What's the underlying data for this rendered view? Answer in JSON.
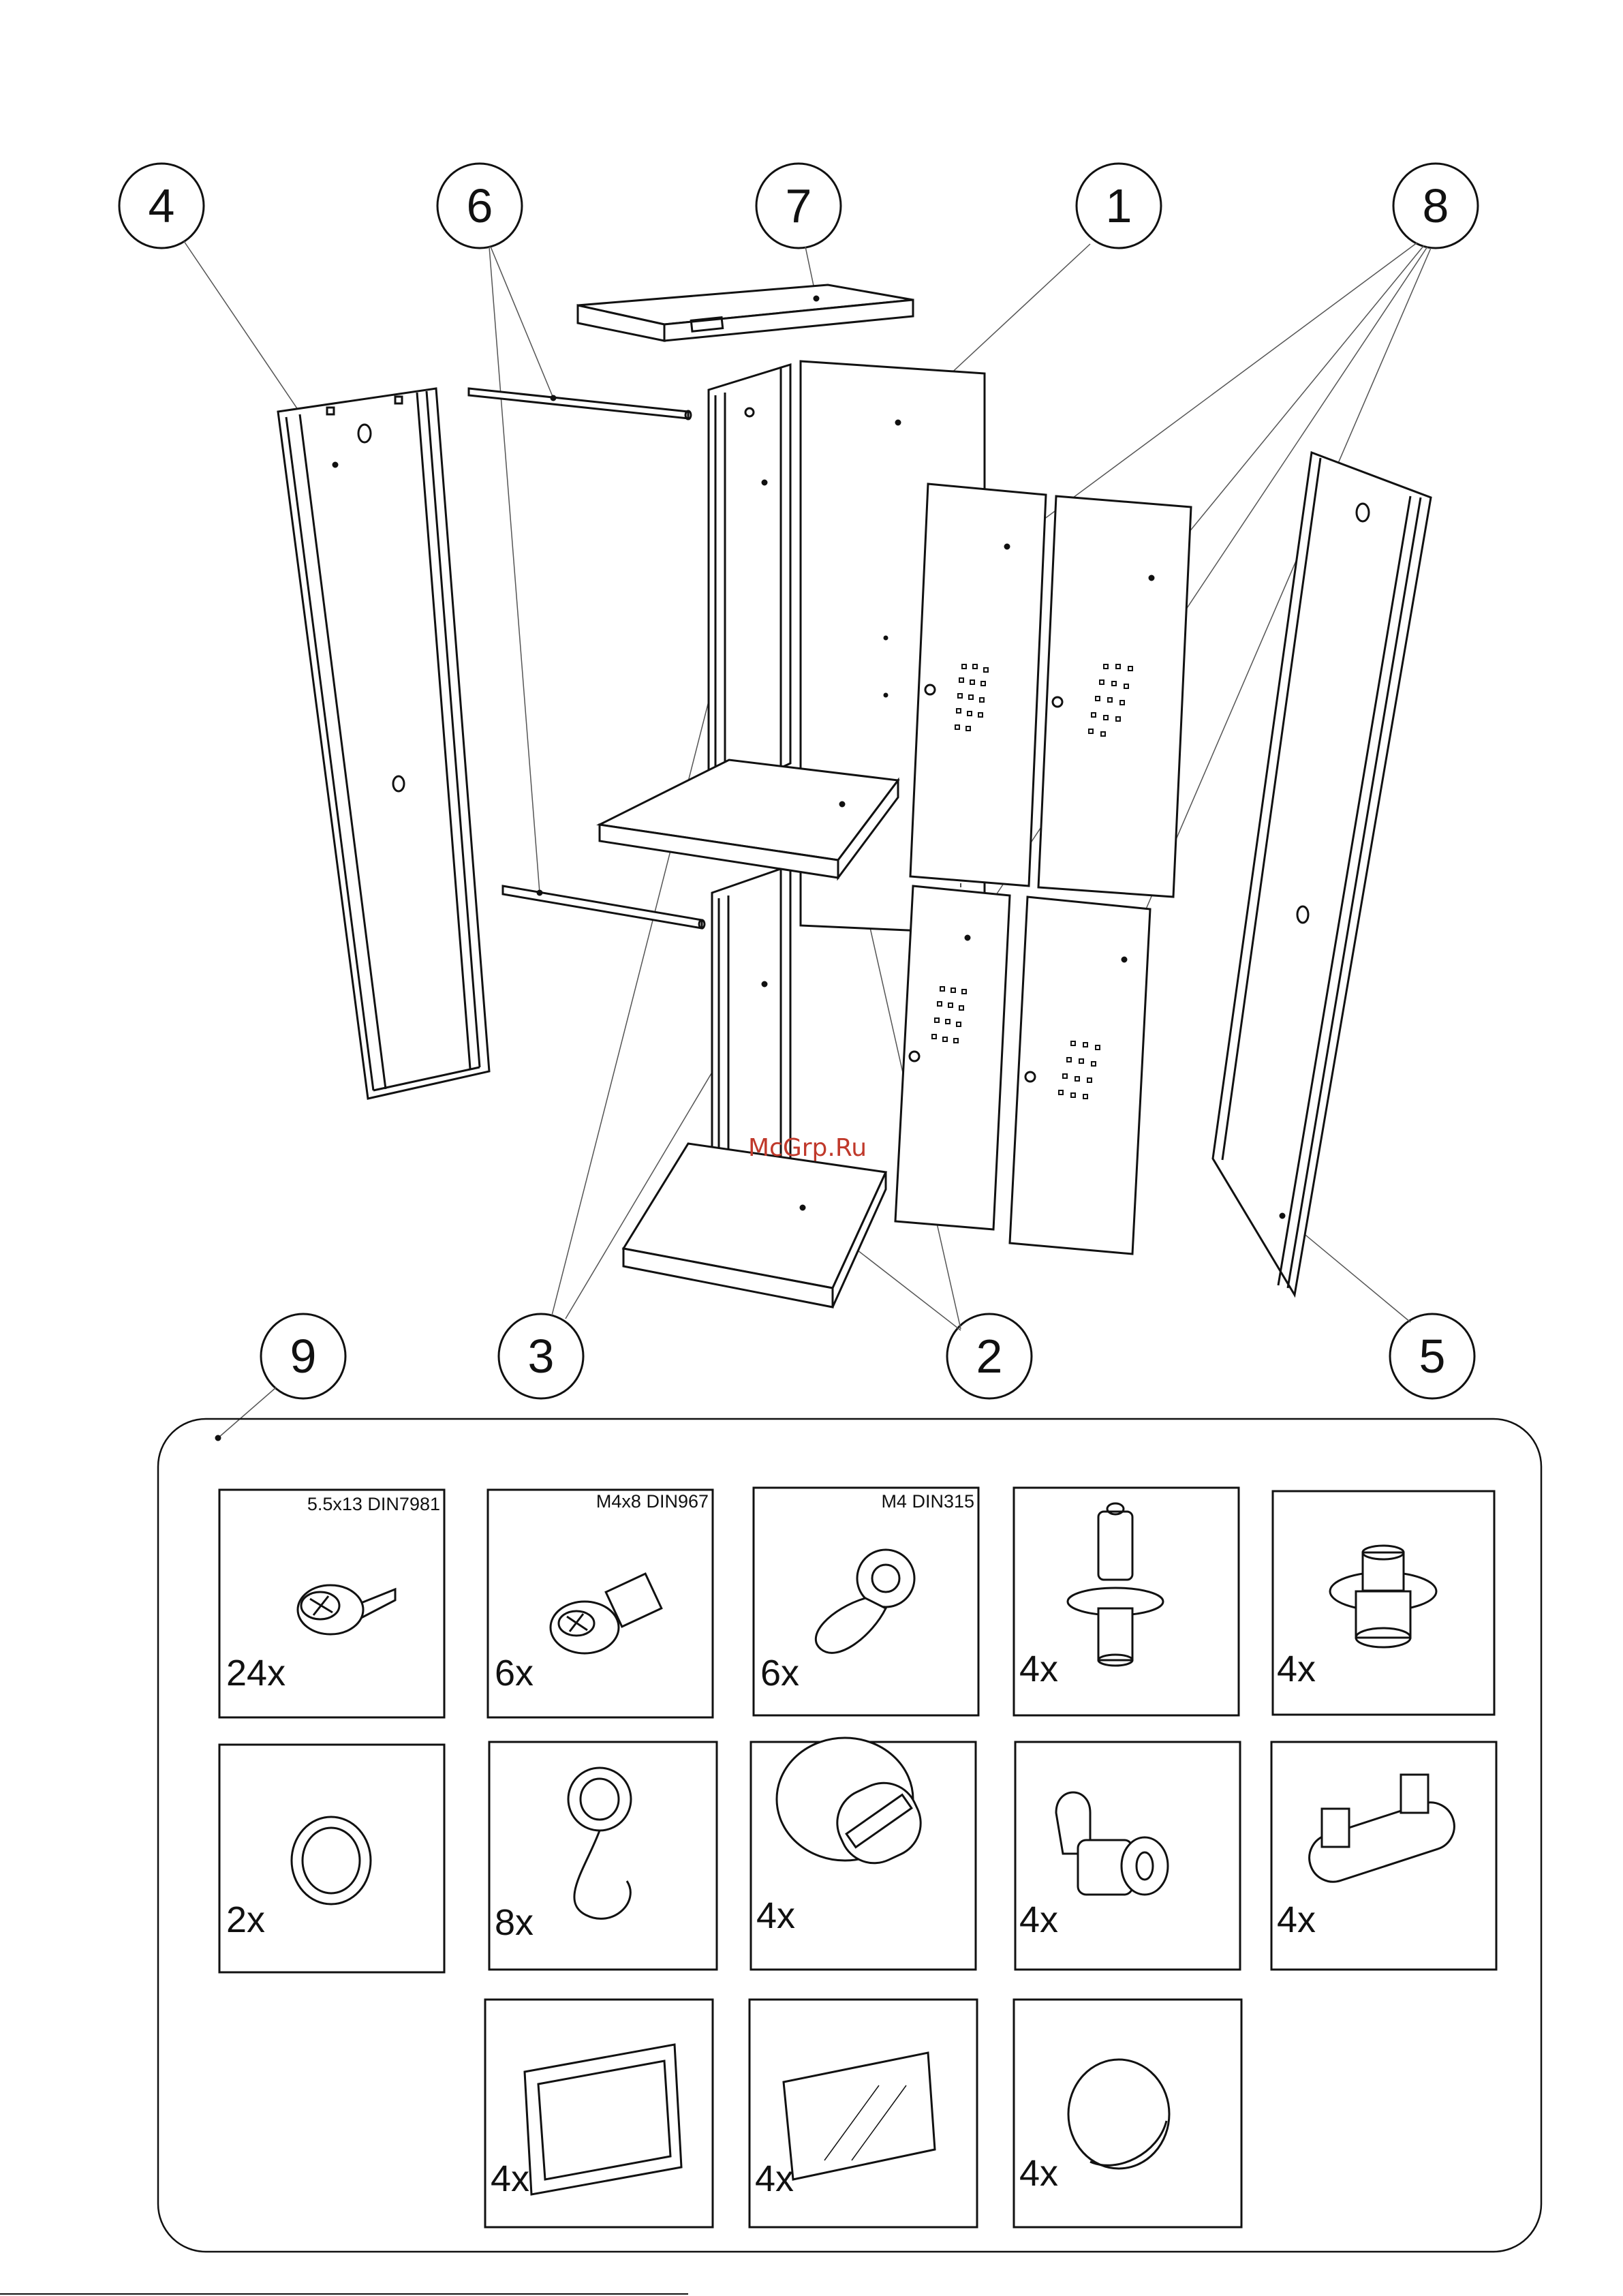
{
  "callouts": [
    "4",
    "6",
    "7",
    "1",
    "8",
    "9",
    "3",
    "2",
    "5"
  ],
  "watermark": "McGrp.Ru",
  "parts_kit": [
    {
      "spec": "5.5x13 DIN7981",
      "qty": "24x",
      "icon": "self-tapping-screw-icon"
    },
    {
      "spec": "M4x8 DIN967",
      "qty": "6x",
      "icon": "machine-screw-icon"
    },
    {
      "spec": "M4 DIN315",
      "qty": "6x",
      "icon": "wing-nut-icon"
    },
    {
      "spec": "",
      "qty": "4x",
      "icon": "leveling-foot-icon"
    },
    {
      "spec": "",
      "qty": "4x",
      "icon": "stud-cap-icon"
    },
    {
      "spec": "",
      "qty": "2x",
      "icon": "grommet-ring-icon"
    },
    {
      "spec": "",
      "qty": "8x",
      "icon": "clip-hook-icon"
    },
    {
      "spec": "",
      "qty": "4x",
      "icon": "brand-lock-icon"
    },
    {
      "spec": "",
      "qty": "4x",
      "icon": "cam-lock-icon"
    },
    {
      "spec": "",
      "qty": "4x",
      "icon": "clip-bracket-icon"
    },
    {
      "spec": "",
      "qty": "4x",
      "icon": "label-frame-icon"
    },
    {
      "spec": "",
      "qty": "4x",
      "icon": "label-window-icon"
    },
    {
      "spec": "",
      "qty": "4x",
      "icon": "cover-cap-icon"
    }
  ]
}
